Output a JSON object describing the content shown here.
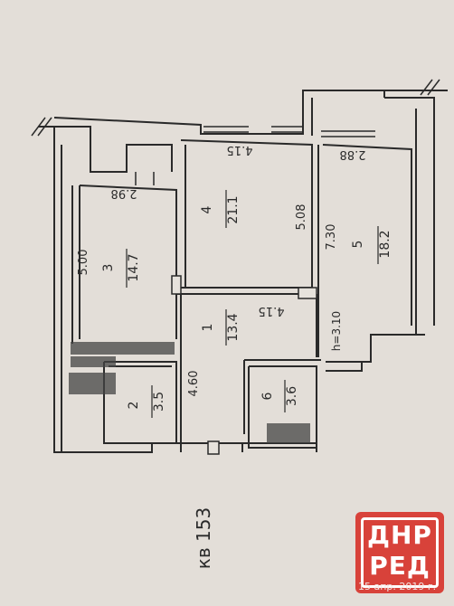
{
  "plan": {
    "apartment_label": "кв 153",
    "rooms": [
      {
        "number": "1",
        "area": "13.4"
      },
      {
        "number": "2",
        "area": "3.5"
      },
      {
        "number": "3",
        "area": "14.7"
      },
      {
        "number": "4",
        "area": "21.1"
      },
      {
        "number": "5",
        "area": "18.2"
      },
      {
        "number": "6",
        "area": "3.6"
      }
    ],
    "dimensions": {
      "room3_width": "2.98",
      "room3_length": "5.00",
      "room4_width": "4.15",
      "room4_length": "5.08",
      "room5_width": "2.88",
      "room5_length": "7.30",
      "room1_width": "4.15",
      "room1_length": "4.60",
      "height": "h=3.10"
    }
  },
  "watermark": {
    "logo_top": "ДНР",
    "logo_bottom": "РЕД",
    "date": "15 апр. 2019 г."
  },
  "colors": {
    "paper": "#e6e2dc",
    "ink": "#2a2a2a",
    "watermark": "#d8423a"
  }
}
